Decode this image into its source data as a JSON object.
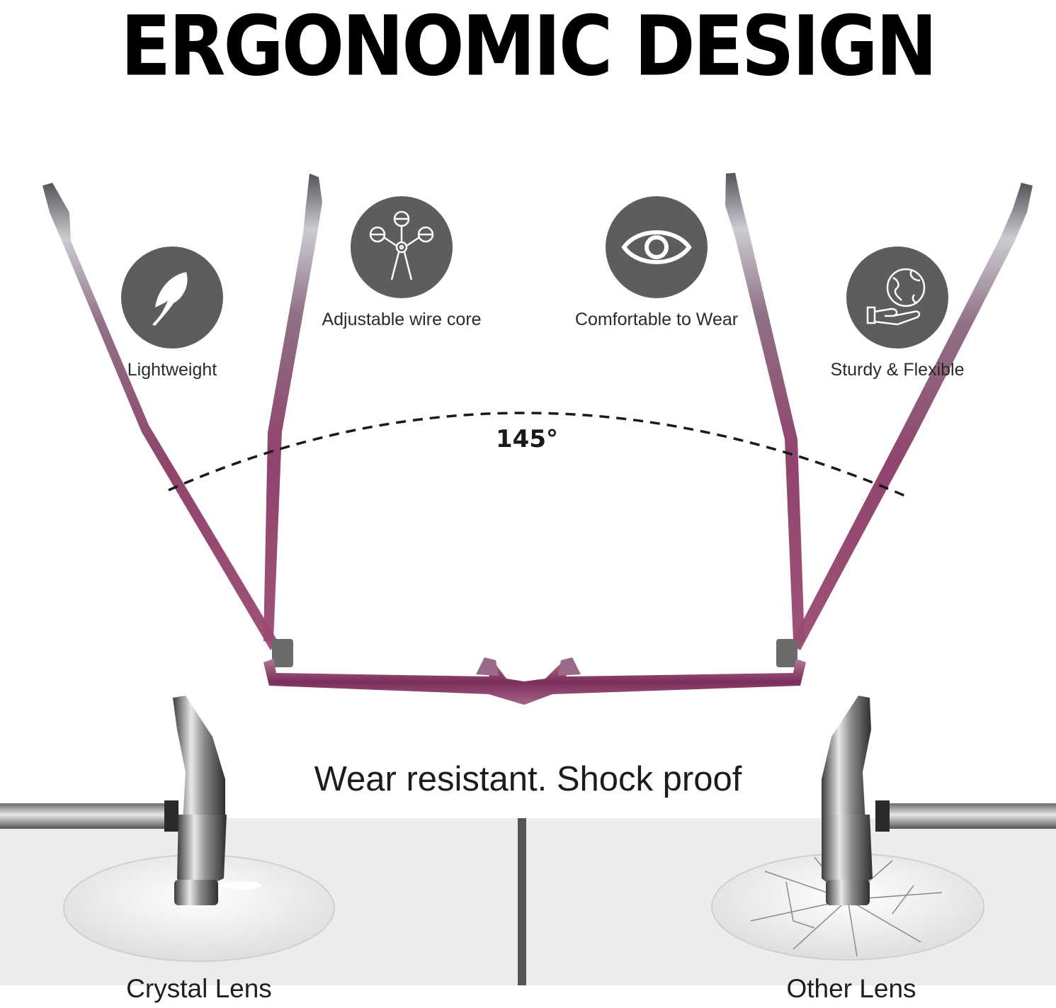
{
  "title": "ERGONOMIC DESIGN",
  "features": [
    {
      "label": "Lightweight",
      "icon": "feather-icon"
    },
    {
      "label": "Adjustable wire core",
      "icon": "molecule-icon"
    },
    {
      "label": "Comfortable to Wear",
      "icon": "eye-icon"
    },
    {
      "label": "Sturdy & Flexible",
      "icon": "globe-hand-icon"
    }
  ],
  "angle_label": "145°",
  "comparison": {
    "headline": "Wear resistant. Shock proof",
    "left_label": "Crystal Lens",
    "right_label": "Other Lens"
  },
  "colors": {
    "frame_purple": "#8a3a66",
    "frame_grey": "#6a6a72",
    "icon_circle": "#5d5d5d"
  }
}
